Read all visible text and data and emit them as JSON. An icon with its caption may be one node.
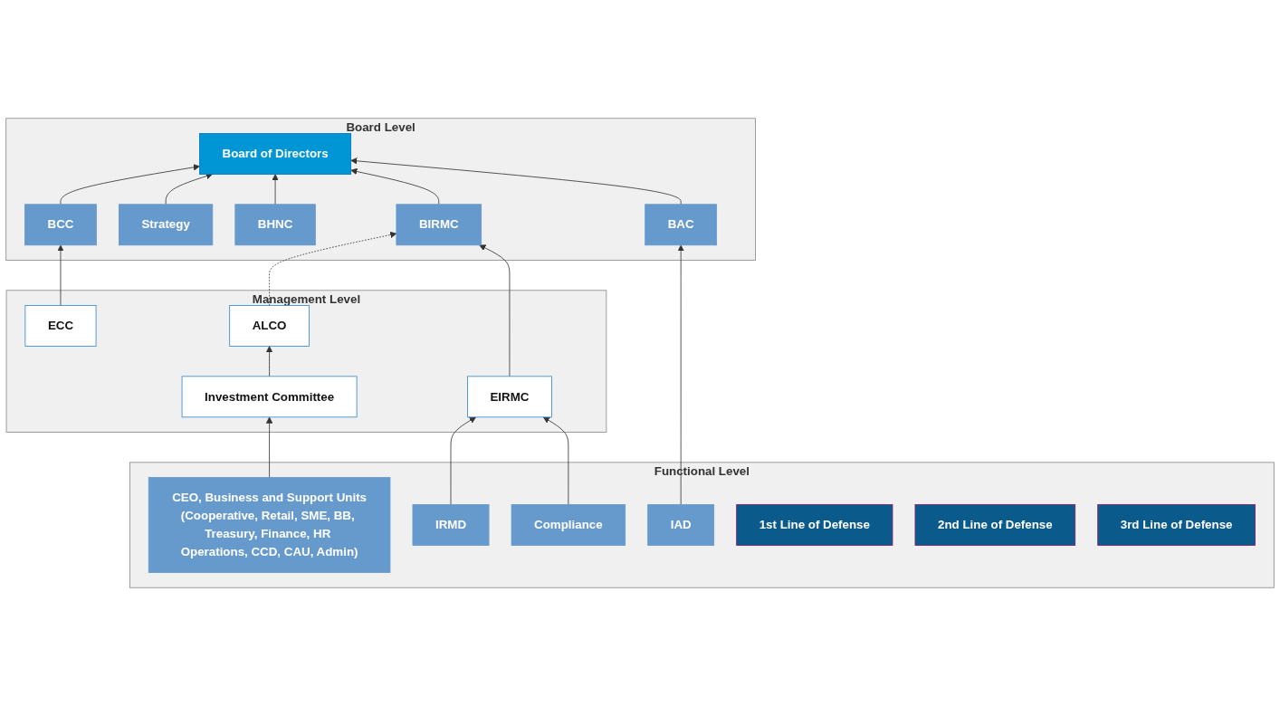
{
  "diagram": {
    "nodes": [
      {
        "text": [
          "Board Level"
        ]
      },
      {
        "text": [
          "Board of Directors"
        ],
        "in": 0
      },
      {
        "text": [
          "BCC"
        ],
        "in": 0
      },
      {
        "text": [
          "Strategy"
        ],
        "in": 0
      },
      {
        "text": [
          "BHNC"
        ],
        "in": 0
      },
      {
        "text": [
          "BIRMC"
        ],
        "in": 0
      },
      {
        "text": [
          "BAC"
        ],
        "in": 0
      },
      {
        "text": [
          "Management Level"
        ]
      },
      {
        "text": [
          "ECC"
        ],
        "in": 7
      },
      {
        "text": [
          "Investment Committee"
        ],
        "in": 7
      },
      {
        "text": [
          "ALCO"
        ],
        "in": 7
      },
      {
        "text": [
          "EIRMC"
        ],
        "in": 7
      },
      {
        "text": [
          "Functional Level"
        ]
      },
      {
        "text": [
          "CEO, Business and Support Units",
          "(Cooperative, Retail, SME, BB, Treasury, Finance, HR Operations, CCD, CAU, Admin)"
        ],
        "in": 12
      },
      {
        "text": [
          "IRMD"
        ],
        "in": 12
      },
      {
        "text": [
          "Compliance"
        ],
        "in": 12
      },
      {
        "text": [
          "IAD"
        ],
        "in": 12
      },
      {
        "text": [
          "1st Line of Defense"
        ],
        "in": 12
      },
      {
        "text": [
          "2nd Line of Defense"
        ],
        "in": 12
      },
      {
        "text": [
          "3rd Line of Defense"
        ],
        "in": 12
      }
    ],
    "edges": [
      {
        "from": 2,
        "to": 1,
        "arrow": "to"
      },
      {
        "from": 3,
        "to": 1,
        "arrow": "to"
      },
      {
        "from": 4,
        "to": 1,
        "arrow": "to"
      },
      {
        "from": 5,
        "to": 1,
        "arrow": "to"
      },
      {
        "from": 6,
        "to": 1,
        "arrow": "to"
      },
      {
        "from": 8,
        "to": 2,
        "arrow": "to"
      },
      {
        "from": 9,
        "to": 10,
        "arrow": "to"
      },
      {
        "from": 10,
        "to": 5,
        "arrow": "to",
        "style": "dashed"
      },
      {
        "from": 11,
        "to": 5,
        "arrow": "to"
      },
      {
        "from": 13,
        "to": 9,
        "arrow": "to"
      },
      {
        "from": 14,
        "to": 11,
        "arrow": "to"
      },
      {
        "from": 15,
        "to": 11,
        "arrow": "to"
      },
      {
        "from": 16,
        "to": 6,
        "arrow": "to"
      }
    ]
  }
}
